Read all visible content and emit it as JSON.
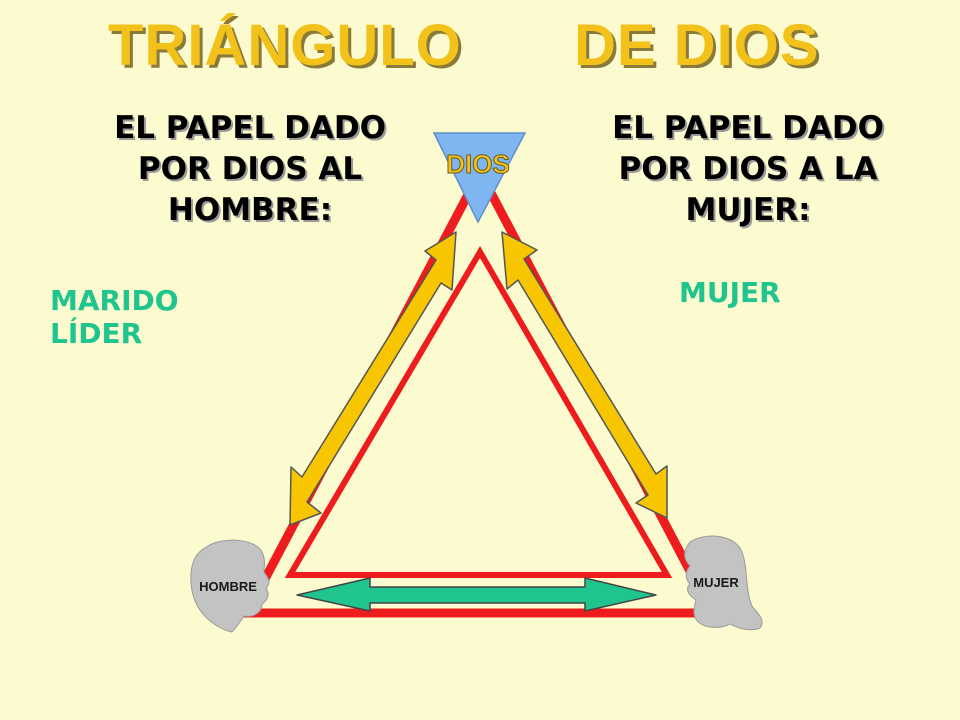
{
  "title": {
    "left": "TRIÁNGULO",
    "right": "DE DIOS"
  },
  "headings": {
    "man": [
      "EL PAPEL DADO",
      "POR DIOS AL",
      "HOMBRE:"
    ],
    "woman": [
      "EL PAPEL DADO",
      "POR DIOS A LA",
      "MUJER:"
    ]
  },
  "side_labels": {
    "marido": "MARIDO",
    "lider": "LÍDER",
    "mujer": "MUJER"
  },
  "vertices": {
    "top": "DIOS",
    "bottom_left": "HOMBRE",
    "bottom_right": "MUJER"
  },
  "colors": {
    "background": "#fbfbcf",
    "title": "#f2c21a",
    "triangle": "#ee1c1c",
    "arrow_yellow": "#f7c600",
    "arrow_green": "#1fc48e",
    "dios_fill": "#7fb6f2",
    "side_label": "#1fc48e",
    "head": "#c3c3c3"
  },
  "icons": [
    "dios-triangle-icon",
    "man-head-icon",
    "woman-head-icon",
    "double-arrow-icon"
  ]
}
